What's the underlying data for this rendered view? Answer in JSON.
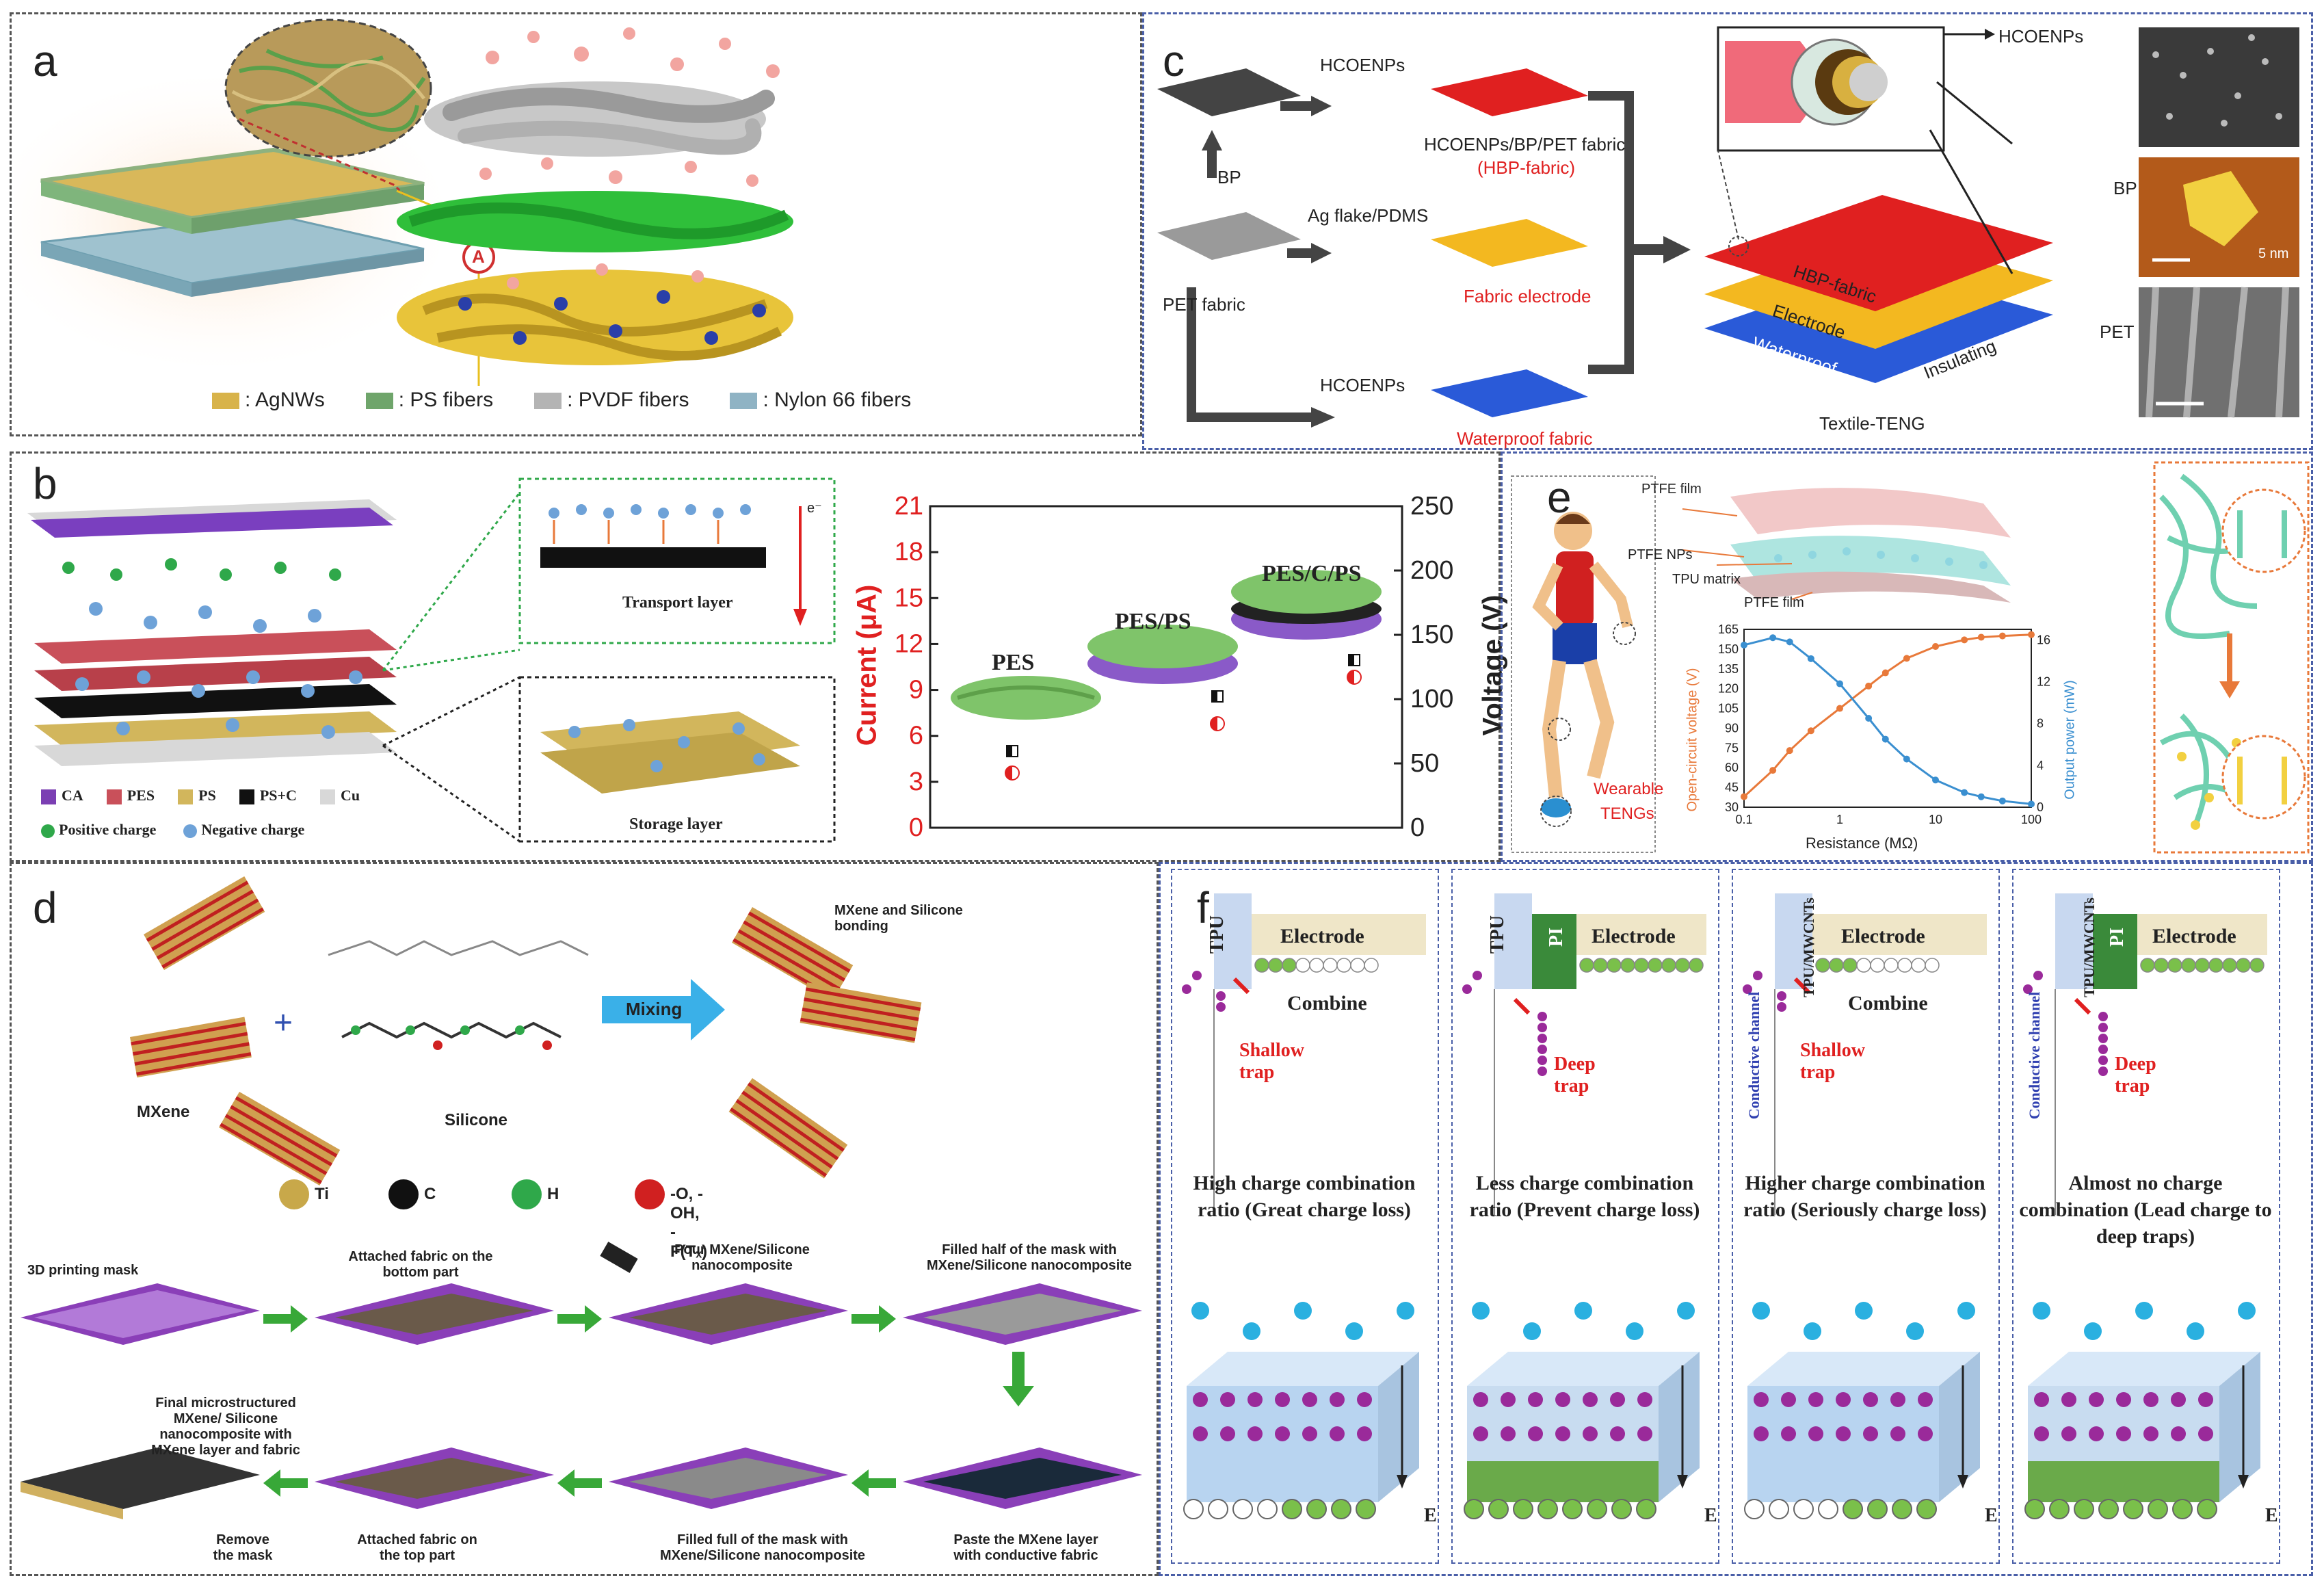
{
  "panels": {
    "a": {
      "label": "a",
      "callout": "A",
      "legend": [
        {
          "text": ": AgNWs",
          "color": "#d8b34a"
        },
        {
          "text": ": PS fibers",
          "color": "#6fa56b"
        },
        {
          "text": ": PVDF fibers",
          "color": "#b4b4b4"
        },
        {
          "text": ": Nylon 66 fibers",
          "color": "#8fb3c4"
        }
      ]
    },
    "b": {
      "label": "b",
      "transport_label": "Transport layer",
      "storage_label": "Storage layer",
      "electron_label": "e⁻",
      "legend": [
        {
          "text": "CA",
          "color": "#7b3fb3"
        },
        {
          "text": "PES",
          "color": "#c9505a"
        },
        {
          "text": "PS",
          "color": "#d2b65c"
        },
        {
          "text": "PS+C",
          "color": "#111111"
        },
        {
          "text": "Cu",
          "color": "#d8d8d8"
        }
      ],
      "charge_legend": {
        "positive": "Positive charge",
        "negative": "Negative charge"
      }
    },
    "c": {
      "label": "c",
      "hcoenps_1": "HCOENPs",
      "hcoenps_2": "HCOENPs",
      "bp": "BP",
      "ag_flake": "Ag flake/PDMS",
      "pet_fabric": "PET fabric",
      "hbp_fabric": "HCOENPs/BP/PET fabric",
      "hbp_short": "(HBP-fabric)",
      "fabric_electrode": "Fabric electrode",
      "waterproof_fabric": "Waterproof fabric",
      "textile_teng": "Textile-TENG",
      "layer_hbp": "HBP-fabric",
      "layer_electrode": "Electrode",
      "layer_waterproof": "Waterproof",
      "layer_insulating": "Insulating",
      "micro_hcoenps": "HCOENPs",
      "micro_bp": "BP",
      "micro_pet": "PET",
      "scale": "5 nm"
    },
    "d": {
      "label": "d",
      "mxene": "MXene",
      "silicone": "Silicone",
      "mixing": "Mixing",
      "bonding": "MXene and Silicone bonding",
      "atoms": [
        {
          "text": "Ti",
          "color": "#c8a84a"
        },
        {
          "text": "C",
          "color": "#111111"
        },
        {
          "text": "H",
          "color": "#2fa84a"
        },
        {
          "text": "-O, -OH, -F(Tₓ)",
          "color": "#d02020"
        }
      ],
      "steps": {
        "s1": "3D printing mask",
        "s2": "Attached fabric on the bottom part",
        "s3": "Pour MXene/Silicone nanocomposite",
        "s4": "Filled half of the mask with MXene/Silicone nanocomposite",
        "s5": "Paste the MXene layer with conductive fabric",
        "s6": "Filled full of the mask with MXene/Silicone nanocomposite",
        "s7": "Attached fabric on the top part",
        "s8": "Remove the mask",
        "s9": "Final microstructured MXene/ Silicone nanocomposite with MXene layer and fabric"
      }
    },
    "e": {
      "label": "e",
      "wearable": "Wearable",
      "tengs": "TENGs",
      "ptfe_film_top": "PTFE film",
      "ptfe_nps": "PTFE NPs",
      "tpu_matrix": "TPU matrix",
      "ptfe_film_bottom": "PTFE film",
      "xlabel": "Resistance (MΩ)",
      "ylabel_left": "Open-circuit voltage (V)",
      "ylabel_right": "Output power (mW)"
    },
    "f": {
      "label": "f",
      "cols": [
        {
          "layer": "TPU",
          "electrode": "Electrode",
          "mid": "Combine",
          "trap": "Shallow trap",
          "channel": "",
          "caption": "High charge combination ratio (Great charge loss)"
        },
        {
          "layer": "TPU",
          "layer2": "PI",
          "electrode": "Electrode",
          "mid": "",
          "trap": "Deep trap",
          "channel": "",
          "caption": "Less charge combination ratio (Prevent charge loss)"
        },
        {
          "layer": "TPU/MWCNTs",
          "electrode": "Electrode",
          "mid": "Combine",
          "trap": "Shallow trap",
          "channel": "Conductive channel",
          "caption": "Higher charge combination ratio (Seriously charge loss)"
        },
        {
          "layer": "TPU/MWCNTs",
          "layer2": "PI",
          "electrode": "Electrode",
          "mid": "",
          "trap": "Deep trap",
          "channel": "Conductive channel",
          "caption": "Almost no charge combination (Lead charge to deep traps)"
        }
      ],
      "field": "E"
    }
  },
  "chart_b": {
    "type": "scatter",
    "left_axis_label": "Current (μA)",
    "right_axis_label": "Voltage (V)",
    "left_ticks": [
      "0",
      "3",
      "6",
      "9",
      "12",
      "15",
      "18",
      "21"
    ],
    "right_ticks": [
      "0",
      "50",
      "100",
      "150",
      "200",
      "250"
    ],
    "left_color": "#e02020",
    "categories": [
      "PES",
      "PES/PS",
      "PES/C/PS"
    ]
  },
  "chart_e": {
    "type": "line",
    "x_ticks": [
      "0.1",
      "1",
      "10",
      "100"
    ],
    "yl_ticks": [
      "30",
      "45",
      "60",
      "75",
      "90",
      "105",
      "120",
      "135",
      "150",
      "165"
    ],
    "yr_ticks": [
      "0",
      "4",
      "8",
      "12",
      "16"
    ],
    "voltage_color": "#e8793a",
    "power_color": "#3a8fd0",
    "series": [
      {
        "name": "Open-circuit voltage",
        "x": [
          0.1,
          0.2,
          0.3,
          0.5,
          1,
          2,
          3,
          5,
          10,
          20,
          30,
          50,
          100
        ],
        "values": [
          38,
          58,
          73,
          88,
          105,
          122,
          132,
          143,
          152,
          157,
          159,
          160,
          161
        ]
      },
      {
        "name": "Output power",
        "x": [
          0.1,
          0.2,
          0.3,
          0.5,
          1,
          2,
          3,
          5,
          10,
          20,
          30,
          50,
          100
        ],
        "values": [
          15.5,
          16.2,
          15.8,
          14.2,
          11.8,
          8.5,
          6.5,
          4.6,
          2.6,
          1.4,
          1.0,
          0.6,
          0.3
        ]
      }
    ]
  }
}
